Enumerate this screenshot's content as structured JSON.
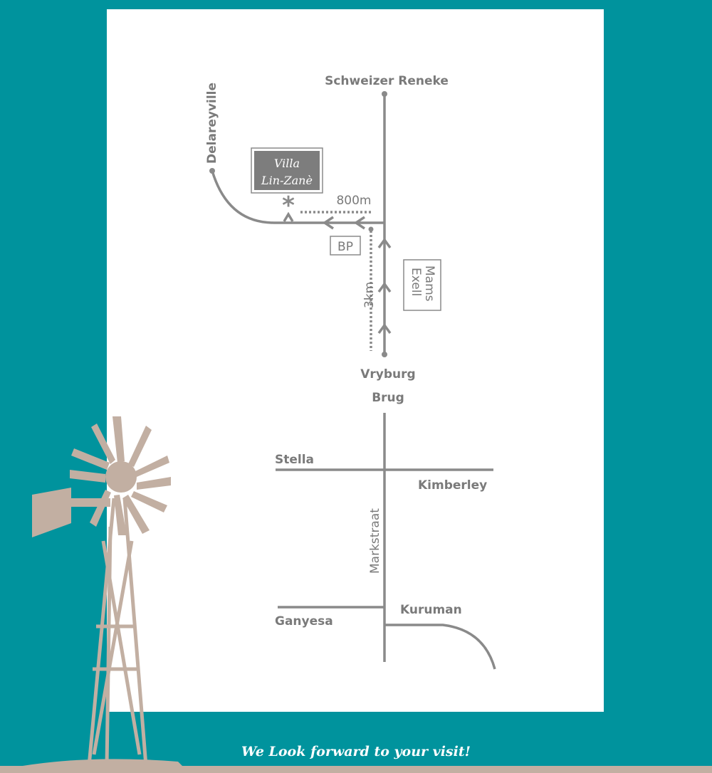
{
  "colors": {
    "background": "#00939d",
    "panel": "#ffffff",
    "road": "#8a8a8a",
    "windmill": "#c2afa2"
  },
  "places": {
    "north": "Schweizer Reneke",
    "west": "Delareyville",
    "destination_line1": "Villa",
    "destination_line2": "Lin-Zanè",
    "distance_turn": "800m",
    "fuel": "BP",
    "landmark_line1": "Mams",
    "landmark_line2": "Exell",
    "distance_bridge": "3km",
    "town_line1": "Vryburg",
    "town_line2": "Brug",
    "stella": "Stella",
    "kimberley": "Kimberley",
    "street": "Markstraat",
    "ganyesa": "Ganyesa",
    "kuruman": "Kuruman"
  },
  "footer": {
    "message": "We Look forward to your visit!"
  }
}
